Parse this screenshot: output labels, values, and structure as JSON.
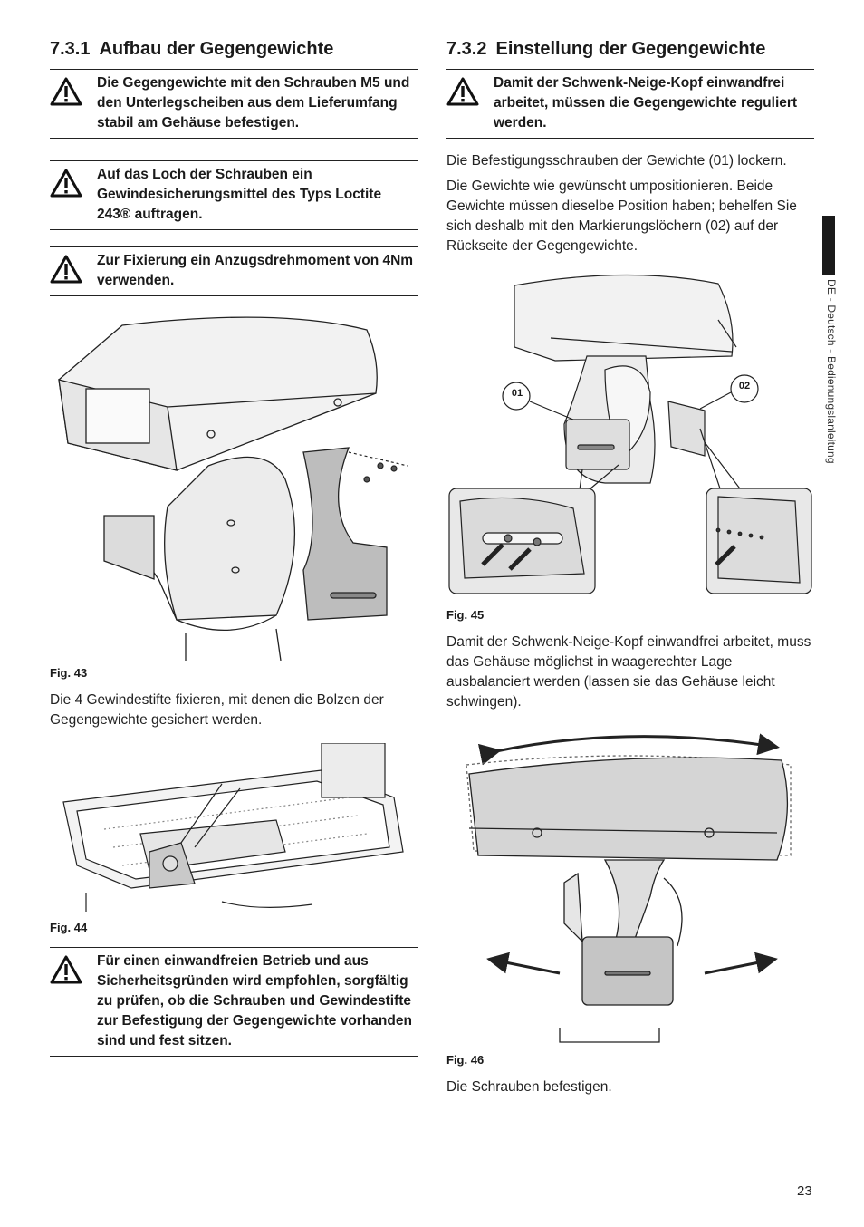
{
  "left": {
    "heading_num": "7.3.1",
    "heading_text": "Aufbau der Gegengewichte",
    "warnings": [
      "Die Gegengewichte mit den Schrauben M5 und den Unterlegscheiben aus dem Lieferumfang stabil am Gehäuse befestigen.",
      "Auf das Loch der Schrauben ein Gewindesicherungsmittel des Typs Loctite 243® auftragen.",
      "Zur Fixierung ein Anzugsdrehmoment von 4Nm verwenden."
    ],
    "fig43_caption": "Fig. 43",
    "para1": "Die 4 Gewindestifte fixieren, mit denen die Bolzen der Gegengewichte gesichert werden.",
    "fig44_caption": "Fig. 44",
    "warning_final": "Für einen einwandfreien Betrieb und aus Sicherheitsgründen wird empfohlen, sorgfältig zu prüfen, ob die Schrauben und Gewindestifte zur Befestigung der Gegengewichte vorhanden sind und fest sitzen."
  },
  "right": {
    "heading_num": "7.3.2",
    "heading_text": "Einstellung der Gegengewichte",
    "warning": "Damit der Schwenk-Neige-Kopf einwandfrei arbeitet, müssen die Gegengewichte reguliert werden.",
    "para1": "Die Befestigungsschrauben der Gewichte (01) lockern.",
    "para2": "Die Gewichte wie gewünscht umpositionieren. Beide Gewichte müssen dieselbe Position haben; behelfen Sie sich deshalb mit den Markierungslöchern (02) auf der Rückseite der Gegengewichte.",
    "label_01": "01",
    "label_02": "02",
    "fig45_caption": "Fig. 45",
    "para3": "Damit der Schwenk-Neige-Kopf einwandfrei arbeitet, muss das Gehäuse möglichst in waagerechter Lage ausbalanciert werden (lassen sie das Gehäuse leicht schwingen).",
    "fig46_caption": "Fig. 46",
    "para4": "Die Schrauben befestigen."
  },
  "sidebar": {
    "text": "DE - Deutsch - Bedienungslanleitung"
  },
  "page_number": "23",
  "icons": {
    "warning": "warning-triangle-icon"
  }
}
